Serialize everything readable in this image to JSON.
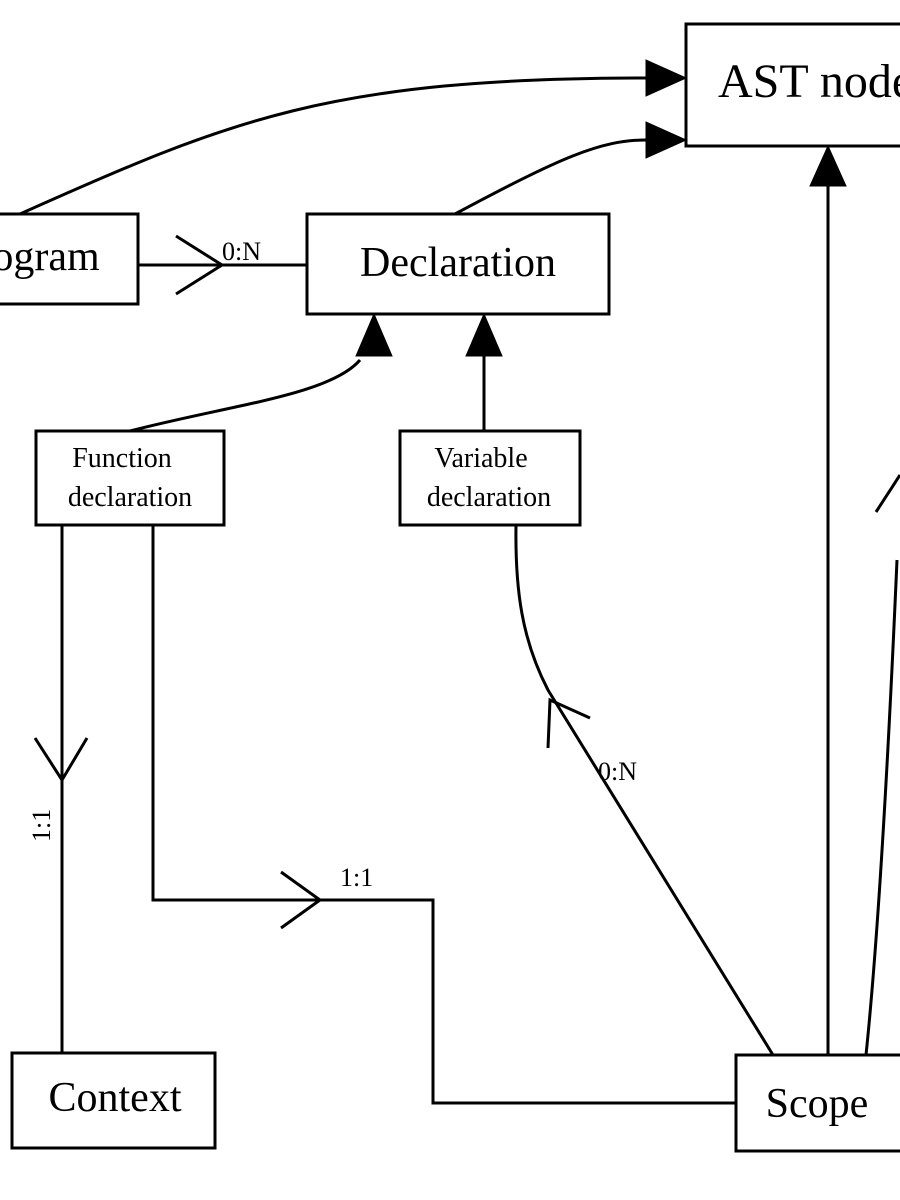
{
  "nodes": {
    "ast_node": {
      "label": "AST node"
    },
    "program": {
      "label": "Program"
    },
    "declaration": {
      "label": "Declaration"
    },
    "function_declaration": {
      "line1": "Function",
      "line2": "declaration"
    },
    "variable_declaration": {
      "line1": "Variable",
      "line2": "declaration"
    },
    "context": {
      "label": "Context"
    },
    "scope": {
      "label": "Scope"
    }
  },
  "multiplicities": {
    "program_declaration": "0:N",
    "scope_variable": "0:N",
    "function_context": "1:1",
    "function_scope": "1:1"
  },
  "colors": {
    "stroke": "#000000",
    "background": "#ffffff"
  }
}
